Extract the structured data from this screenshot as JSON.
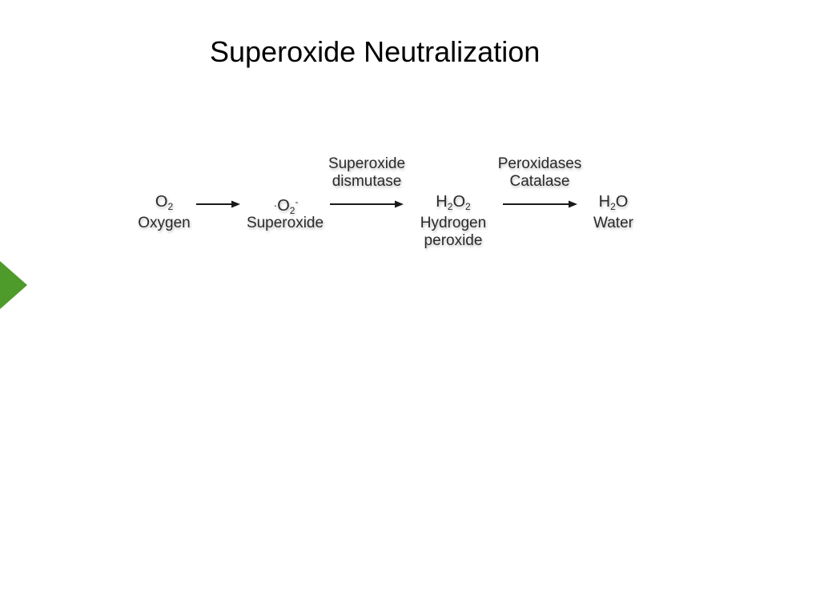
{
  "title": "Superoxide Neutralization",
  "reaction": {
    "oxygen": {
      "sym": "O",
      "sub": "2",
      "name": "Oxygen"
    },
    "superoxide": {
      "dot": "·",
      "sym": "O",
      "sub": "2",
      "sup": "-",
      "name": "Superoxide"
    },
    "enzyme1": [
      "Superoxide",
      "dismutase"
    ],
    "h2o2": {
      "h": "H",
      "hsub": "2",
      "o": "O",
      "osub": "2",
      "name": [
        "Hydrogen",
        "peroxide"
      ]
    },
    "enzyme2": [
      "Peroxidases",
      "Catalase"
    ],
    "water": {
      "h": "H",
      "hsub": "2",
      "o": "O",
      "name": "Water"
    }
  },
  "colors": {
    "marker": "#4e9a2a",
    "text": "#2a2a2a",
    "arrow": "#1a1a1a"
  }
}
